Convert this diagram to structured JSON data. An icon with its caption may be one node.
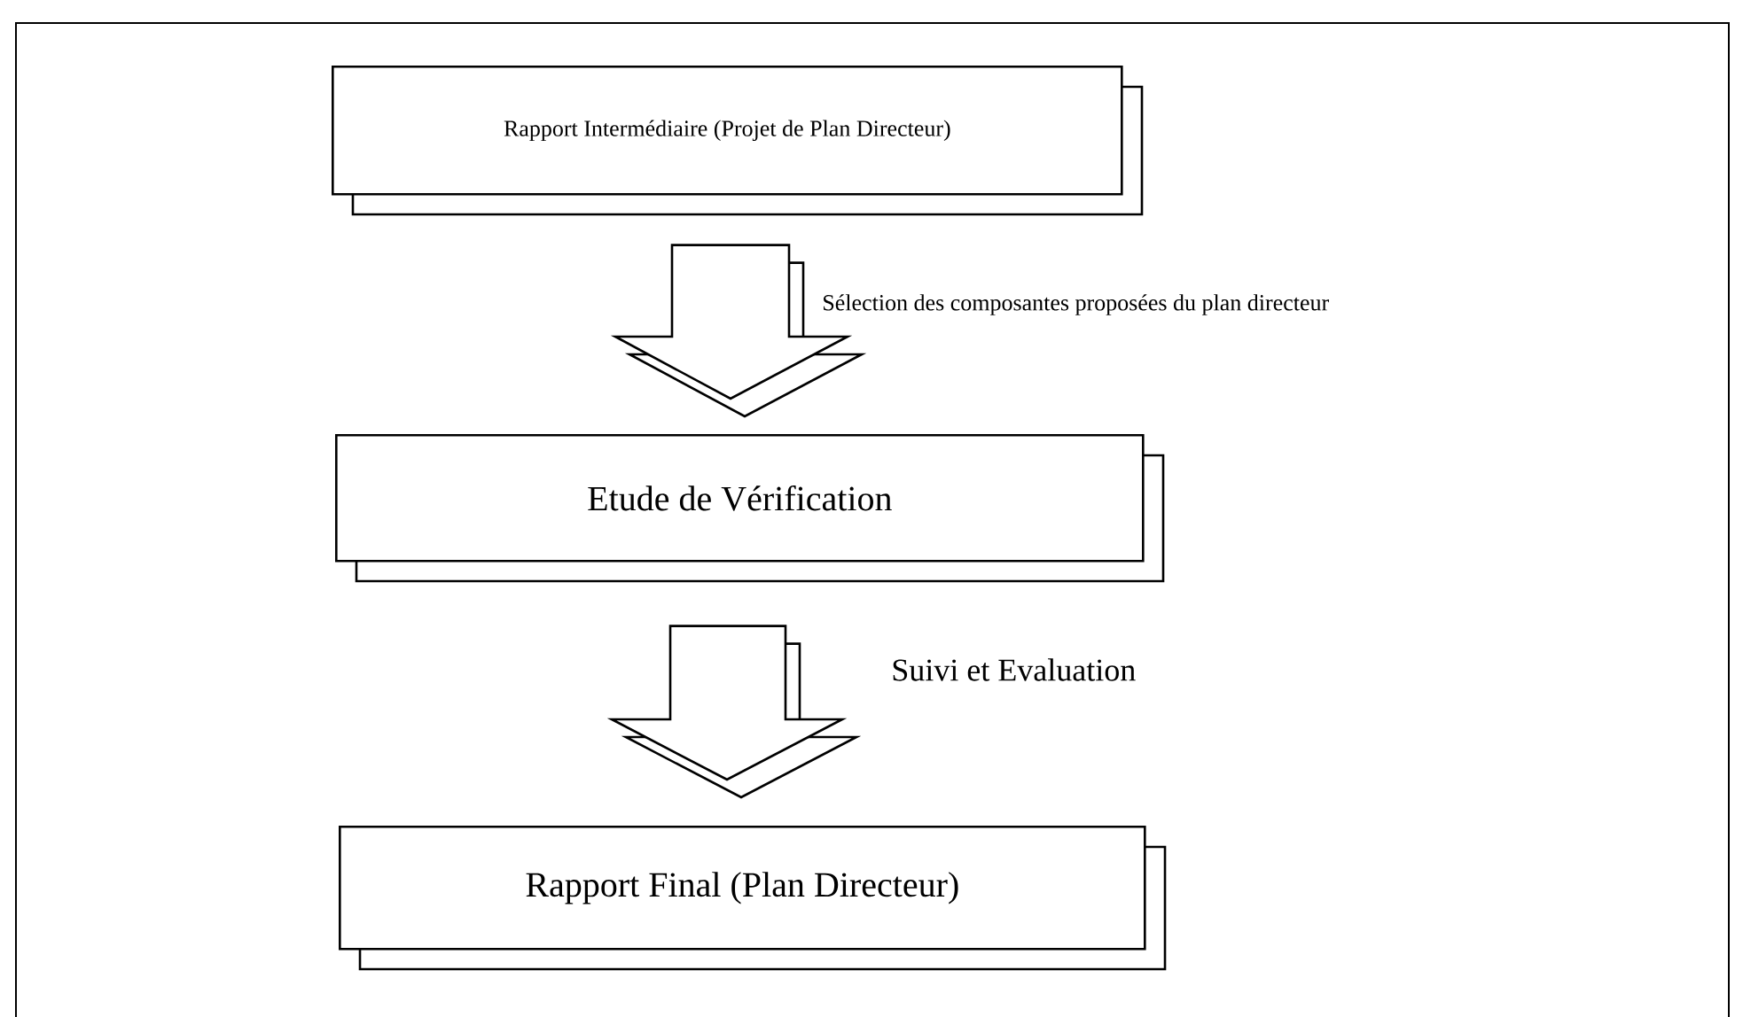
{
  "diagram": {
    "nodes": [
      {
        "text": [
          "Rapport Intermédiaire (Projet de Plan Directeur)"
        ]
      },
      {
        "text": [
          "Etude de Vérification"
        ]
      },
      {
        "text": [
          "Rapport Final (Plan Directeur)"
        ]
      }
    ],
    "edges": [
      {
        "from": 0,
        "to": 1,
        "arrow": "to",
        "label": "Sélection des composantes proposées du plan directeur"
      },
      {
        "from": 1,
        "to": 2,
        "arrow": "to",
        "label": "Suivi et Evaluation"
      }
    ]
  }
}
